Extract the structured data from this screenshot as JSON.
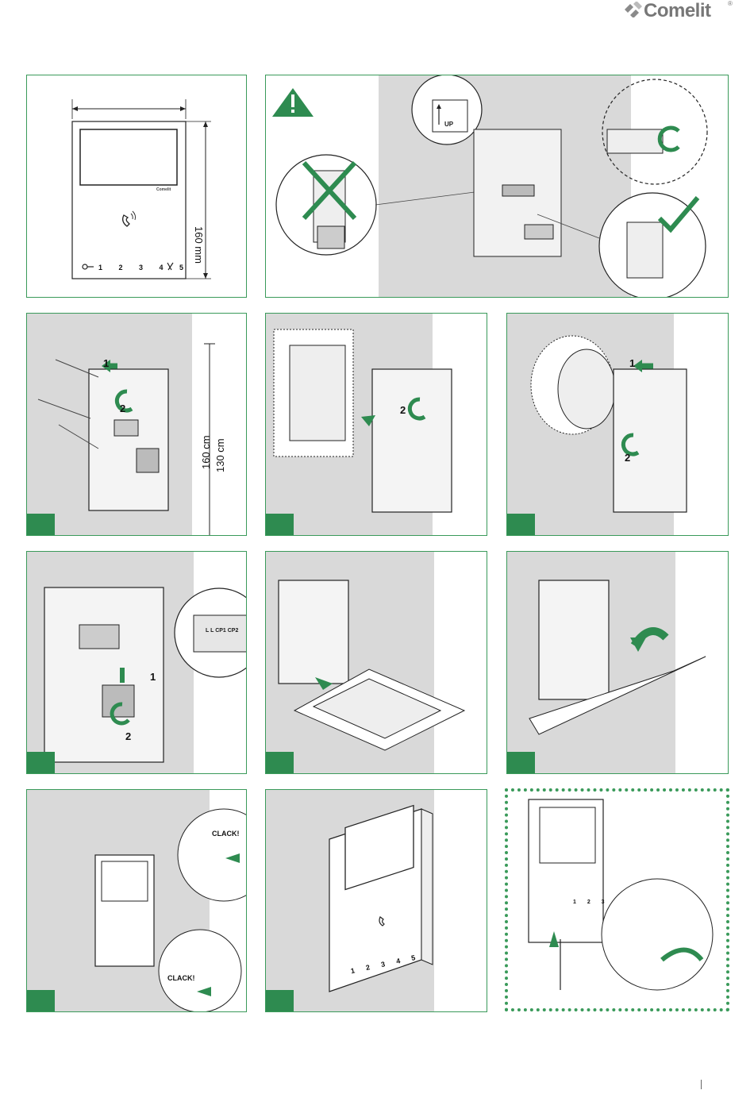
{
  "brand": {
    "name": "Comelit",
    "reg": "®",
    "color": "#7a7a7a"
  },
  "colors": {
    "accent": "#2e8b50",
    "panel_border": "#3a9a5a",
    "bg_gray": "#d9d9d9"
  },
  "panels": {
    "p1": {
      "height_label": "160 mm",
      "button_labels": "1 2 3 4 5"
    },
    "p2": {
      "up_label": "UP"
    },
    "p3": {
      "label_1": "1",
      "label_2": "2",
      "height_160": "160 cm",
      "height_130": "130 cm"
    },
    "p4": {
      "label_2": "2"
    },
    "p5": {
      "label_1": "1",
      "label_2": "2"
    },
    "p6": {
      "label_1": "1",
      "label_2": "2",
      "terminal_text": "L  L  CP1  CP2"
    },
    "p10": {
      "clack_top": "CLACK!",
      "clack_bottom": "CLACK!"
    },
    "p11": {
      "button_labels": "1 2 3 4 5"
    },
    "p12": {
      "button_labels": "1 2 3"
    }
  },
  "icons": [
    "warning-icon",
    "cross-icon",
    "check-icon",
    "phone-icon",
    "key-icon",
    "mute-icon",
    "rotate-arrow-icon",
    "push-arrow-icon"
  ]
}
